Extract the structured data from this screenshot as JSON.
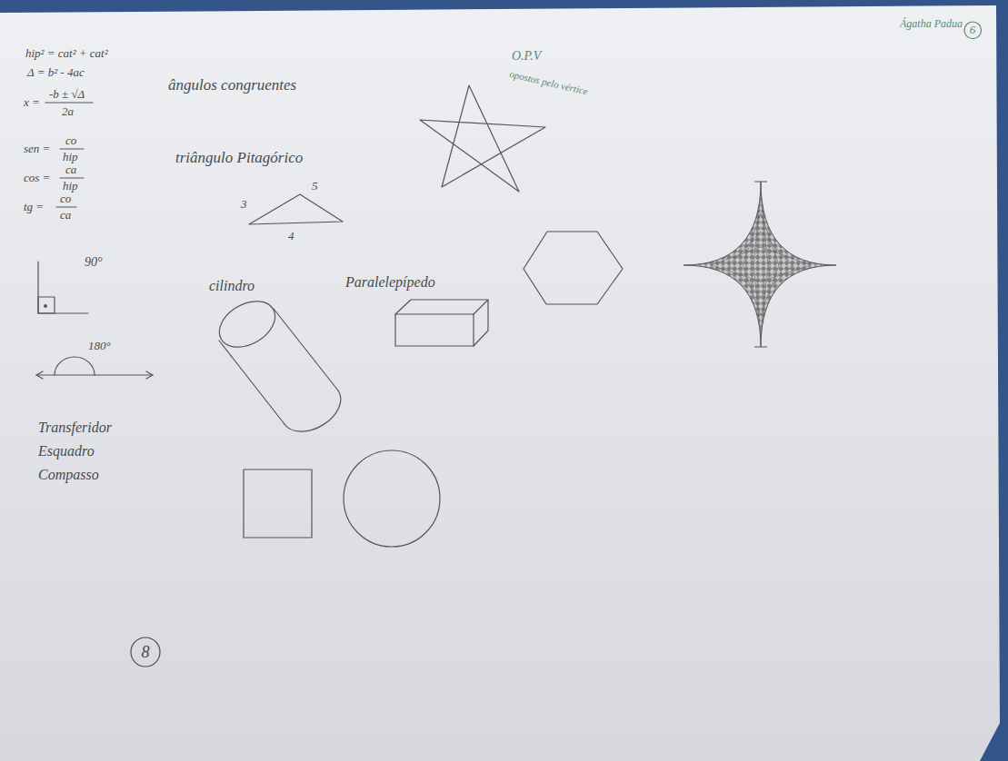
{
  "diagram": {
    "nodes": [
      {
        "text": [
          "6"
        ]
      },
      {
        "text": [
          "8"
        ]
      }
    ],
    "labels": [
      "hip² = cat² + cat²",
      "Δ = b² - 4ac",
      "x =",
      "-b ± √Δ",
      "2a",
      "sen =",
      "co",
      "hip",
      "cos =",
      "ca",
      "hip",
      "tg =",
      "co",
      "ca",
      "90°",
      "180°",
      "Transferidor",
      "Esquadro",
      "Compasso",
      "ângulos congruentes",
      "triângulo Pitagórico",
      "3",
      "5",
      "4",
      "cilindro",
      "Paralelepípedo",
      "O.P.V",
      "opostos pelo vértice",
      "Ágatha Padua"
    ]
  }
}
